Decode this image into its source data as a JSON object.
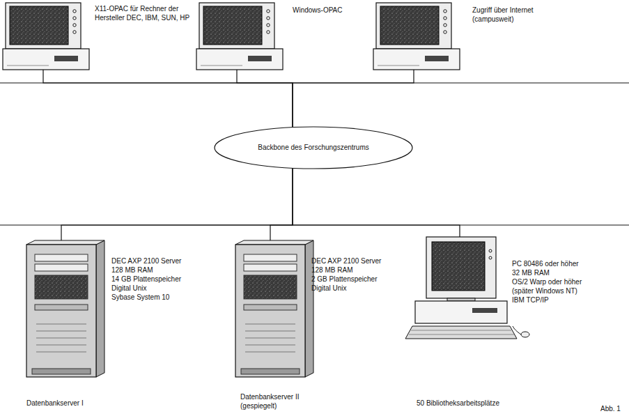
{
  "diagram": {
    "nodes": [
      {
        "text": [
          "X11-OPAC für Rechner der Hersteller DEC, IBM, SUN, HP"
        ]
      },
      {
        "text": [
          "Windows-OPAC"
        ]
      },
      {
        "text": [
          "Zugriff über Internet (campusweit)"
        ]
      },
      {
        "text": [
          "Backbone des Forschungszentrums"
        ]
      },
      {
        "text": [
          "DEC AXP 2100 Server",
          "128 MB RAM",
          "14 GB Plattenspeicher",
          "Digital Unix",
          "Sybase System 10",
          "Datenbankserver I"
        ]
      },
      {
        "text": [
          "DEC AXP 2100 Server",
          "128 MB RAM",
          "2 GB Plattenspeicher",
          "Digital Unix",
          "Datenbankserver II (gespiegelt)"
        ]
      },
      {
        "text": [
          "PC 80486 oder höher",
          "32 MB RAM",
          "OS/2 Warp oder höher",
          "(später Windows NT)",
          "IBM TCP/IP",
          "50 Bibliotheksarbeitsplätze"
        ]
      }
    ],
    "edges": [
      {
        "from": 0,
        "to": 3,
        "arrow": "none"
      },
      {
        "from": 1,
        "to": 3,
        "arrow": "none"
      },
      {
        "from": 2,
        "to": 3,
        "arrow": "none"
      },
      {
        "from": 3,
        "to": 4,
        "arrow": "none"
      },
      {
        "from": 3,
        "to": 5,
        "arrow": "none"
      },
      {
        "from": 3,
        "to": 6,
        "arrow": "none"
      }
    ],
    "labels": [
      "Abb. 1"
    ]
  }
}
